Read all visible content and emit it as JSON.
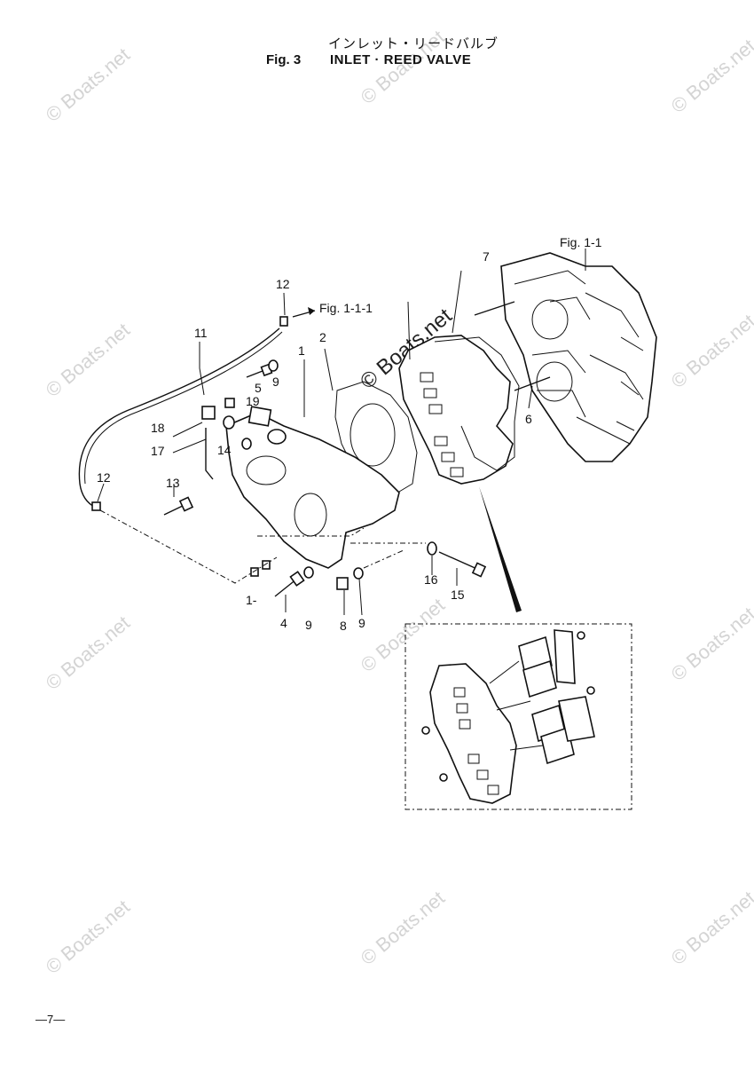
{
  "header": {
    "title_jp": "インレット・リードバルブ",
    "fig_number": "Fig. 3",
    "title_en": "INLET · REED VALVE"
  },
  "refs": {
    "fig_1_1": "Fig. 1-1",
    "fig_1_1_1": "Fig. 1-1-1"
  },
  "callouts": {
    "c1": "1",
    "c1b": "1-",
    "c2": "2",
    "c4": "4",
    "c5": "5",
    "c6": "6",
    "c7": "7",
    "c8": "8",
    "c9a": "9",
    "c9b": "9",
    "c9c": "9",
    "c11": "11",
    "c12a": "12",
    "c12b": "12",
    "c13": "13",
    "c14": "14",
    "c15": "15",
    "c16": "16",
    "c17": "17",
    "c18": "18",
    "c19": "19"
  },
  "watermark": "© Boats.net",
  "footer": {
    "page_number": "—7—"
  }
}
